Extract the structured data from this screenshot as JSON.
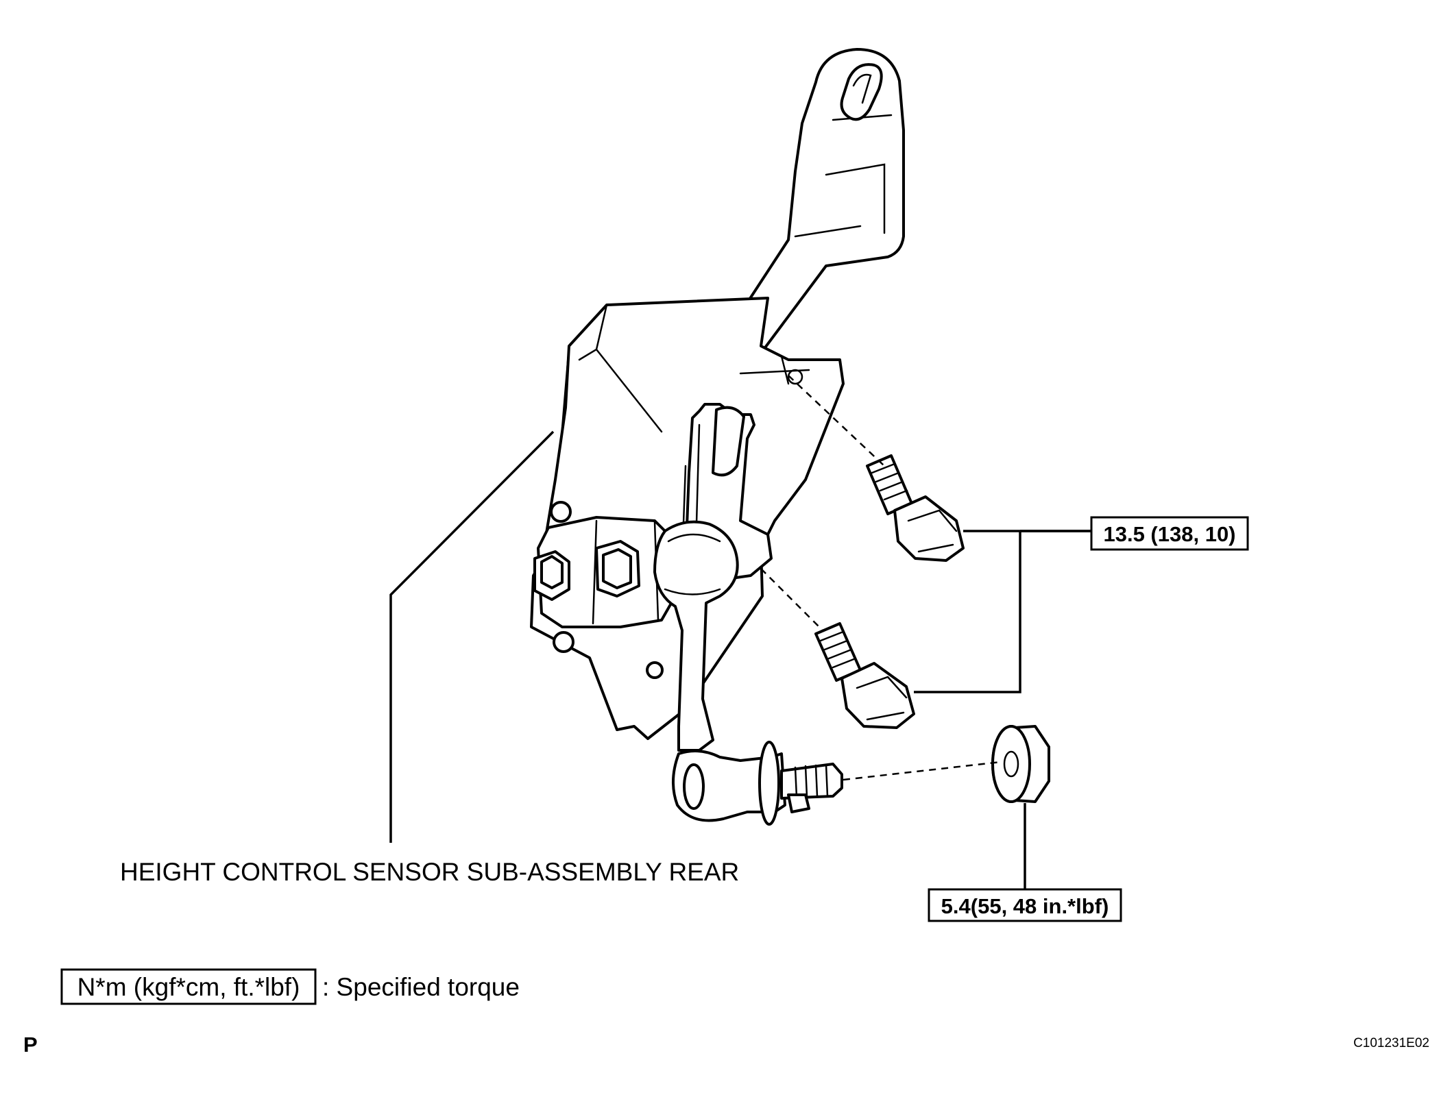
{
  "labels": {
    "assembly_name": "HEIGHT CONTROL SENSOR SUB-ASSEMBLY REAR",
    "torque_bolts": "13.5 (138, 10)",
    "torque_nut": "5.4(55, 48 in.*lbf)",
    "legend_units": "N*m (kgf*cm, ft.*lbf)",
    "legend_text": ": Specified torque",
    "page_marker": "P",
    "figure_code": "C101231E02"
  }
}
